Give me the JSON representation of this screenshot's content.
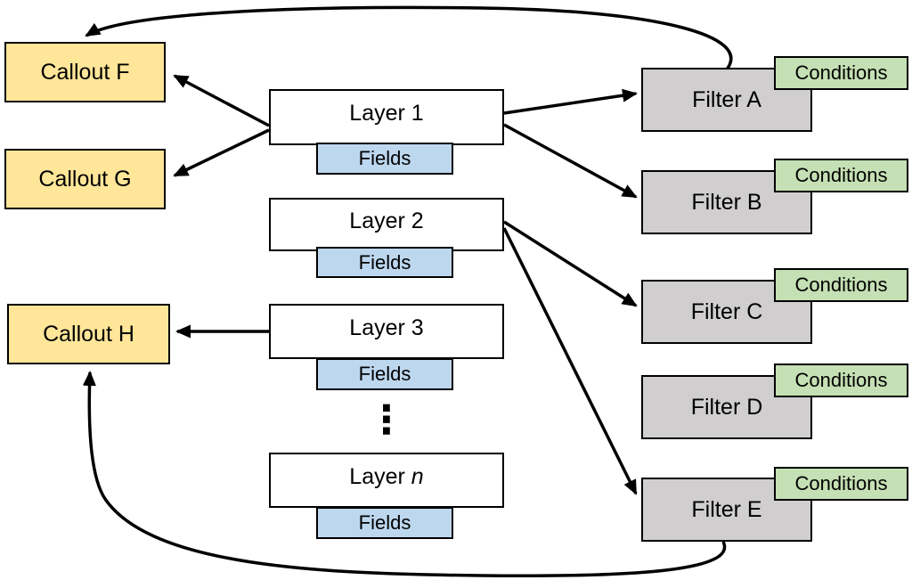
{
  "callouts": [
    {
      "label": "Callout F"
    },
    {
      "label": "Callout G"
    },
    {
      "label": "Callout H"
    }
  ],
  "layers": [
    {
      "label": "Layer 1",
      "fields": "Fields"
    },
    {
      "label": "Layer 2",
      "fields": "Fields"
    },
    {
      "label": "Layer 3",
      "fields": "Fields"
    },
    {
      "label_prefix": "Layer ",
      "label_italic": "n",
      "fields": "Fields"
    }
  ],
  "ellipsis": "⋮",
  "filters": [
    {
      "label": "Filter A",
      "conditions": "Conditions"
    },
    {
      "label": "Filter B",
      "conditions": "Conditions"
    },
    {
      "label": "Filter C",
      "conditions": "Conditions"
    },
    {
      "label": "Filter D",
      "conditions": "Conditions"
    },
    {
      "label": "Filter E",
      "conditions": "Conditions"
    }
  ],
  "colors": {
    "callout_fill": "#FFE699",
    "fields_fill": "#BDD7EE",
    "filter_fill": "#D0CECE",
    "conditions_fill": "#C5E0B4",
    "border": "#000000",
    "arrow": "#000000"
  }
}
